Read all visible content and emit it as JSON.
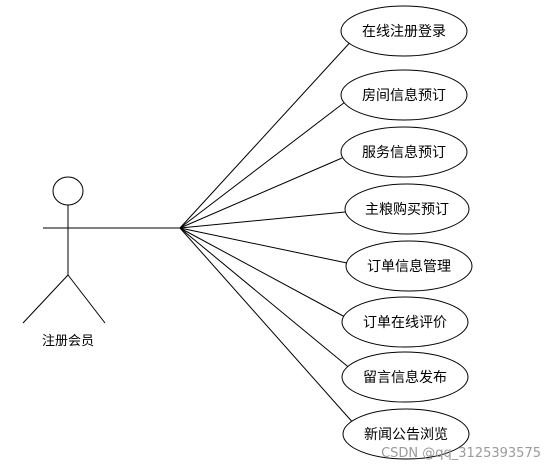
{
  "actor": {
    "label": "注册会员"
  },
  "use_cases": [
    {
      "label": "在线注册登录"
    },
    {
      "label": "房间信息预订"
    },
    {
      "label": "服务信息预订"
    },
    {
      "label": "主粮购买预订"
    },
    {
      "label": "订单信息管理"
    },
    {
      "label": "订单在线评价"
    },
    {
      "label": "留言信息发布"
    },
    {
      "label": "新闻公告浏览"
    }
  ],
  "watermark": "CSDN @qq_3125393575"
}
